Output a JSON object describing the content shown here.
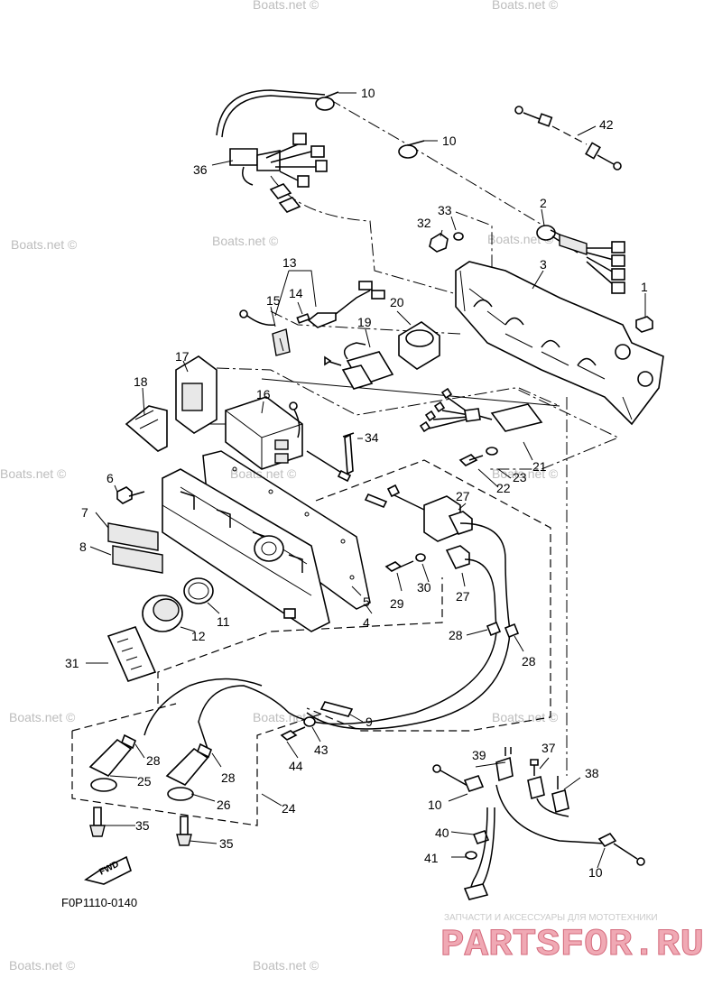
{
  "diagram": {
    "drawing_code": "F0P1110-0140",
    "fwd_label": "FWD",
    "watermark": "Boats.net ©",
    "logo": {
      "caption": "ЗАПЧАСТИ И АКСЕССУАРЫ ДЛЯ МОТОТЕХНИКИ",
      "name": "PARTSFOR.RU"
    },
    "callouts": [
      {
        "id": "c1",
        "label": "1"
      },
      {
        "id": "c2",
        "label": "2"
      },
      {
        "id": "c3",
        "label": "3"
      },
      {
        "id": "c4",
        "label": "4"
      },
      {
        "id": "c5",
        "label": "5"
      },
      {
        "id": "c6",
        "label": "6"
      },
      {
        "id": "c7",
        "label": "7"
      },
      {
        "id": "c8",
        "label": "8"
      },
      {
        "id": "c9",
        "label": "9"
      },
      {
        "id": "c10a",
        "label": "10"
      },
      {
        "id": "c10b",
        "label": "10"
      },
      {
        "id": "c10c",
        "label": "10"
      },
      {
        "id": "c10d",
        "label": "10"
      },
      {
        "id": "c11",
        "label": "11"
      },
      {
        "id": "c12",
        "label": "12"
      },
      {
        "id": "c13",
        "label": "13"
      },
      {
        "id": "c14",
        "label": "14"
      },
      {
        "id": "c15",
        "label": "15"
      },
      {
        "id": "c16",
        "label": "16"
      },
      {
        "id": "c17",
        "label": "17"
      },
      {
        "id": "c18",
        "label": "18"
      },
      {
        "id": "c19",
        "label": "19"
      },
      {
        "id": "c20",
        "label": "20"
      },
      {
        "id": "c21",
        "label": "21"
      },
      {
        "id": "c22",
        "label": "22"
      },
      {
        "id": "c23",
        "label": "23"
      },
      {
        "id": "c24",
        "label": "24"
      },
      {
        "id": "c25",
        "label": "25"
      },
      {
        "id": "c26",
        "label": "26"
      },
      {
        "id": "c27a",
        "label": "27"
      },
      {
        "id": "c27b",
        "label": "27"
      },
      {
        "id": "c28a",
        "label": "28"
      },
      {
        "id": "c28b",
        "label": "28"
      },
      {
        "id": "c28c",
        "label": "28"
      },
      {
        "id": "c28d",
        "label": "28"
      },
      {
        "id": "c29",
        "label": "29"
      },
      {
        "id": "c30",
        "label": "30"
      },
      {
        "id": "c31",
        "label": "31"
      },
      {
        "id": "c32",
        "label": "32"
      },
      {
        "id": "c33",
        "label": "33"
      },
      {
        "id": "c34",
        "label": "34"
      },
      {
        "id": "c35a",
        "label": "35"
      },
      {
        "id": "c35b",
        "label": "35"
      },
      {
        "id": "c36",
        "label": "36"
      },
      {
        "id": "c37",
        "label": "37"
      },
      {
        "id": "c38",
        "label": "38"
      },
      {
        "id": "c39",
        "label": "39"
      },
      {
        "id": "c40",
        "label": "40"
      },
      {
        "id": "c41",
        "label": "41"
      },
      {
        "id": "c42",
        "label": "42"
      },
      {
        "id": "c43",
        "label": "43"
      },
      {
        "id": "c44",
        "label": "44"
      }
    ]
  }
}
